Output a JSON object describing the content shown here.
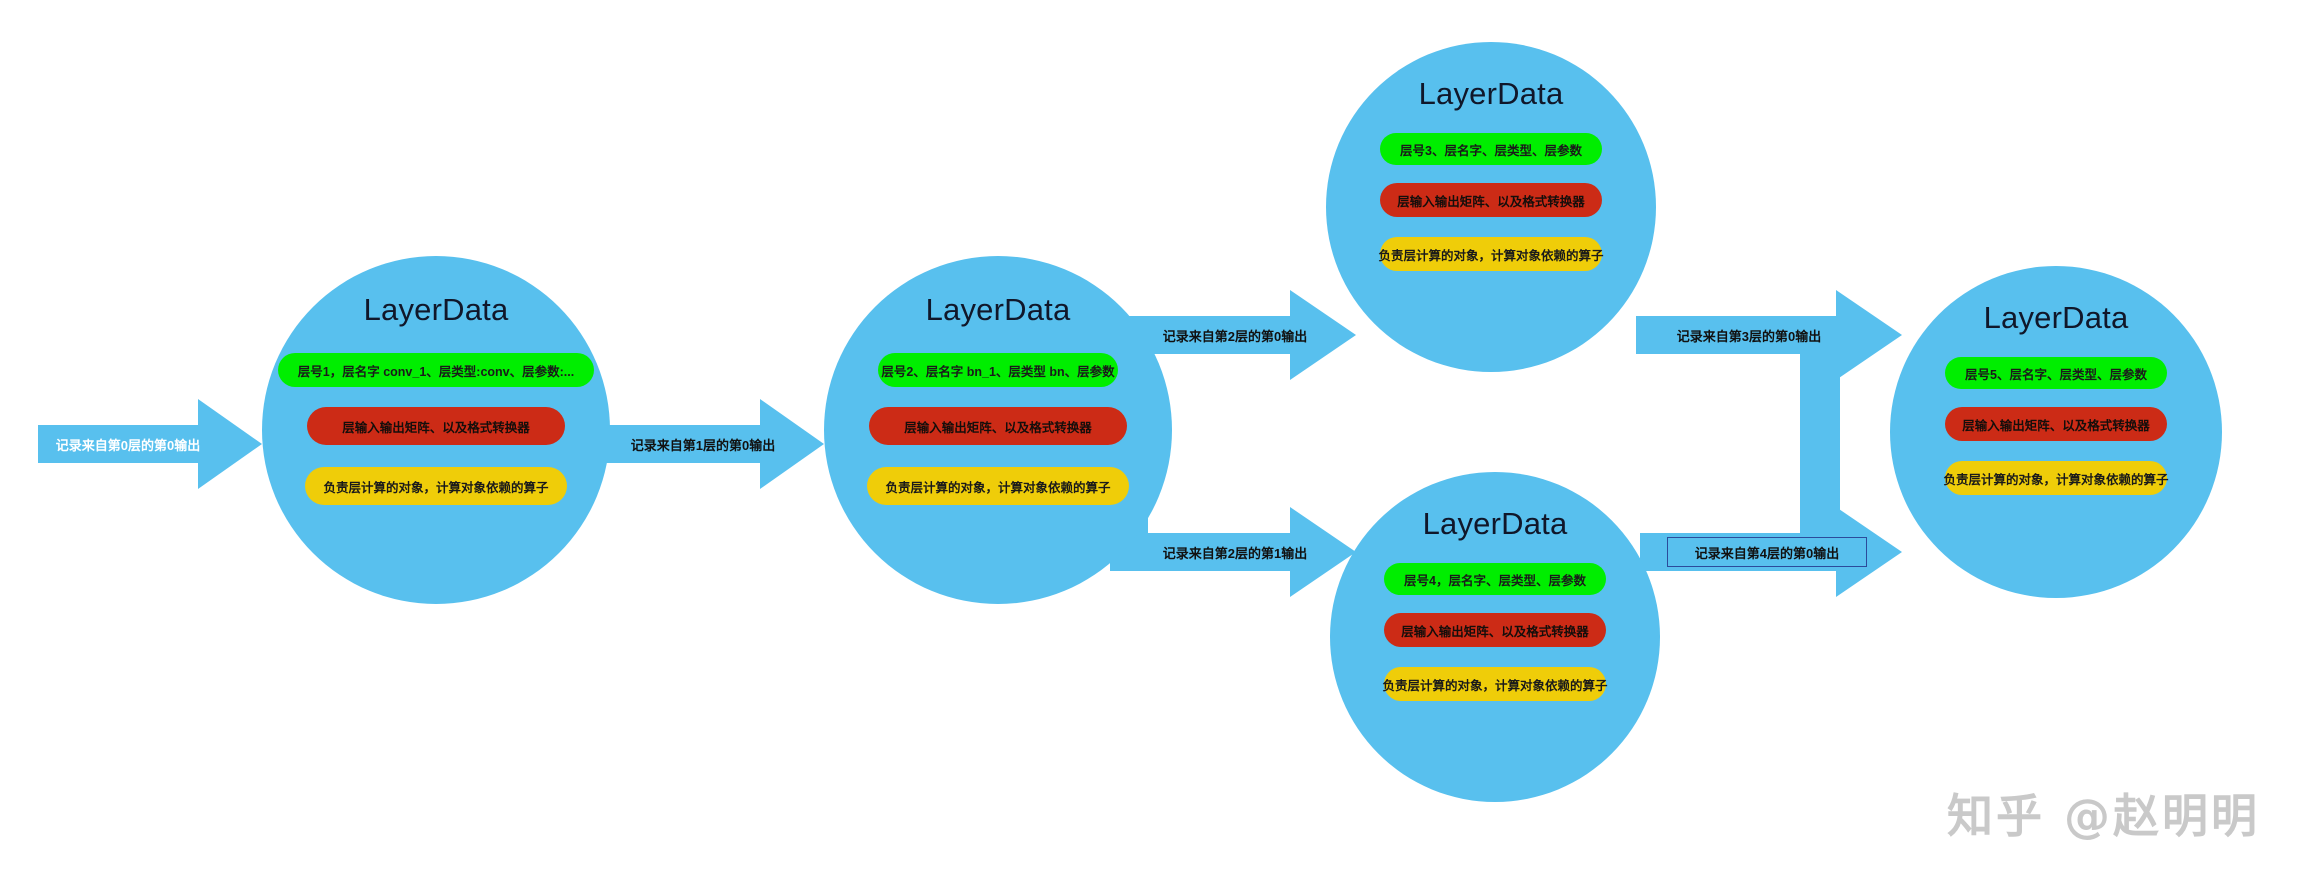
{
  "diagram": {
    "title_text": "LayerData",
    "colors": {
      "node_fill": "#58c0ee",
      "arrow_fill": "#58c0ee",
      "pill_green": "#00ee00",
      "pill_red": "#cc2b16",
      "pill_yellow": "#efcd09",
      "label_box_border": "#2b4b9b",
      "watermark": "#c9c9c9"
    },
    "pill_labels": {
      "matrix": "层输入输出矩阵、以及格式转换器",
      "operator": "负责层计算的对象，计算对象依赖的算子"
    },
    "nodes": [
      {
        "id": "node-1",
        "title": "LayerData",
        "green": "层号1，层名字 conv_1、层类型:conv、层参数:...",
        "red": "层输入输出矩阵、以及格式转换器",
        "yellow": "负责层计算的对象，计算对象依赖的算子"
      },
      {
        "id": "node-2",
        "title": "LayerData",
        "green": "层号2、层名字 bn_1、层类型 bn、层参数",
        "red": "层输入输出矩阵、以及格式转换器",
        "yellow": "负责层计算的对象，计算对象依赖的算子"
      },
      {
        "id": "node-3",
        "title": "LayerData",
        "green": "层号3、层名字、层类型、层参数",
        "red": "层输入输出矩阵、以及格式转换器",
        "yellow": "负责层计算的对象，计算对象依赖的算子"
      },
      {
        "id": "node-4",
        "title": "LayerData",
        "green": "层号4，层名字、层类型、层参数",
        "red": "层输入输出矩阵、以及格式转换器",
        "yellow": "负责层计算的对象，计算对象依赖的算子"
      },
      {
        "id": "node-5",
        "title": "LayerData",
        "green": "层号5、层名字、层类型、层参数",
        "red": "层输入输出矩阵、以及格式转换器",
        "yellow": "负责层计算的对象，计算对象依赖的算子"
      }
    ],
    "edges": [
      {
        "id": "edge-in-0",
        "label": "记录来自第0层的第0输出",
        "from": "input",
        "to": "node-1"
      },
      {
        "id": "edge-1-2",
        "label": "记录来自第1层的第0输出",
        "from": "node-1",
        "to": "node-2"
      },
      {
        "id": "edge-2-3",
        "label": "记录来自第2层的第0输出",
        "from": "node-2",
        "to": "node-3"
      },
      {
        "id": "edge-2-4",
        "label": "记录来自第2层的第1输出",
        "from": "node-2",
        "to": "node-4"
      },
      {
        "id": "edge-3-5",
        "label": "记录来自第3层的第0输出",
        "from": "node-3",
        "to": "node-5"
      },
      {
        "id": "edge-4-5",
        "label": "记录来自第4层的第0输出",
        "from": "node-4",
        "to": "node-5",
        "boxed": true
      }
    ],
    "watermark": "知乎 @赵明明"
  }
}
